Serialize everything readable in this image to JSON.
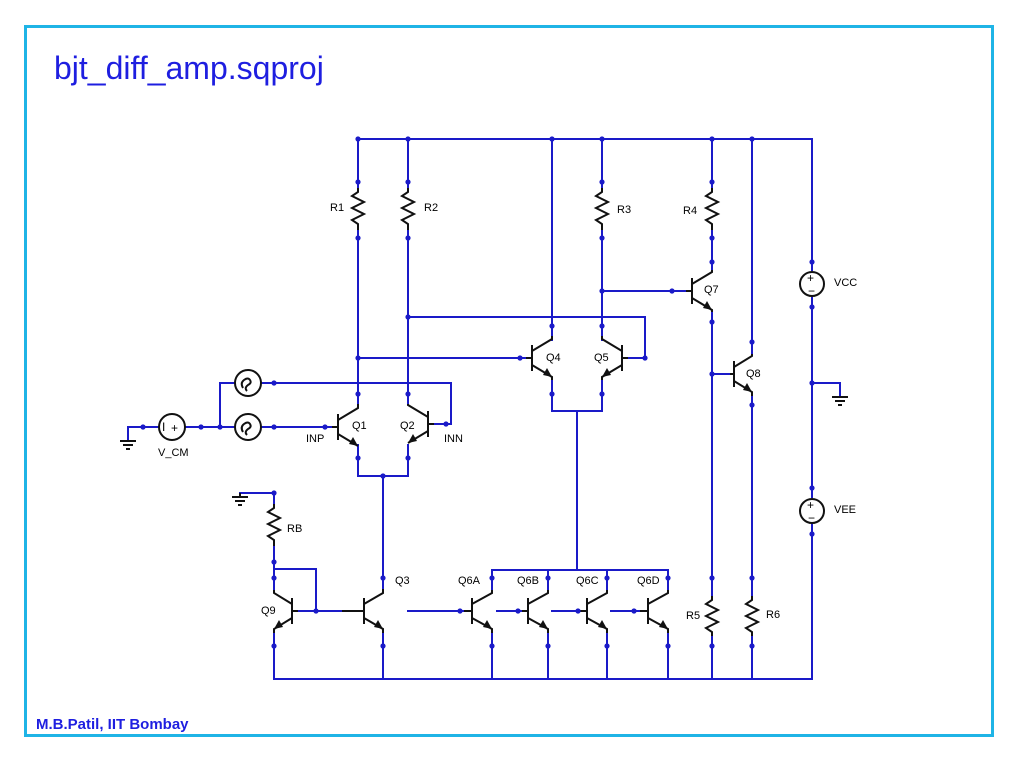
{
  "slide": {
    "title": "bjt_diff_amp.sqproj",
    "footer": "M.B.Patil, IIT Bombay",
    "accent_color": "#1fb4e6",
    "title_color": "#1e1ee0",
    "wire_color": "#1a1ac8"
  },
  "schematic": {
    "resistors": [
      "R1",
      "R2",
      "R3",
      "R4",
      "R5",
      "R6",
      "RB"
    ],
    "transistors": [
      "Q1",
      "Q2",
      "Q3",
      "Q4",
      "Q5",
      "Q6A",
      "Q6B",
      "Q6C",
      "Q6D",
      "Q7",
      "Q8",
      "Q9"
    ],
    "sources": [
      "VCC",
      "VEE",
      "V_CM"
    ],
    "nodes": [
      "INP",
      "INN"
    ],
    "source_symbols": {
      "plus": "+",
      "minus": "−",
      "current": "I"
    }
  }
}
